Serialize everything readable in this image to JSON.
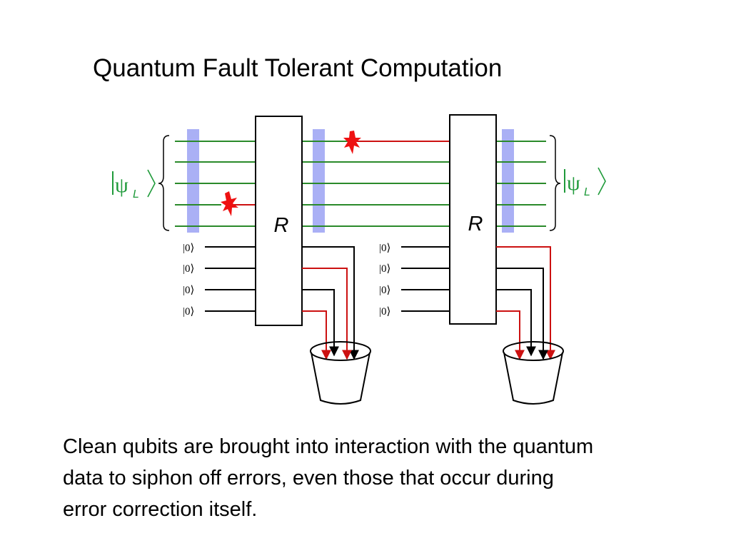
{
  "slide": {
    "title": "Quantum Fault Tolerant Computation",
    "caption_lines": [
      "Clean qubits are brought into interaction with the quantum",
      "data to siphon off errors, even those that occur during",
      "error correction itself."
    ]
  },
  "diagram": {
    "psi_symbol": "ψ",
    "psi_subscript": "L",
    "gate_label": "R",
    "ancilla_label": "|0⟩",
    "colors": {
      "data_wire": "#2a8a2a",
      "psi_label": "#1f9a3a",
      "error": "#ee1111",
      "syndrome_band": "#aab0f5",
      "ancilla_wire": "#000000"
    }
  }
}
